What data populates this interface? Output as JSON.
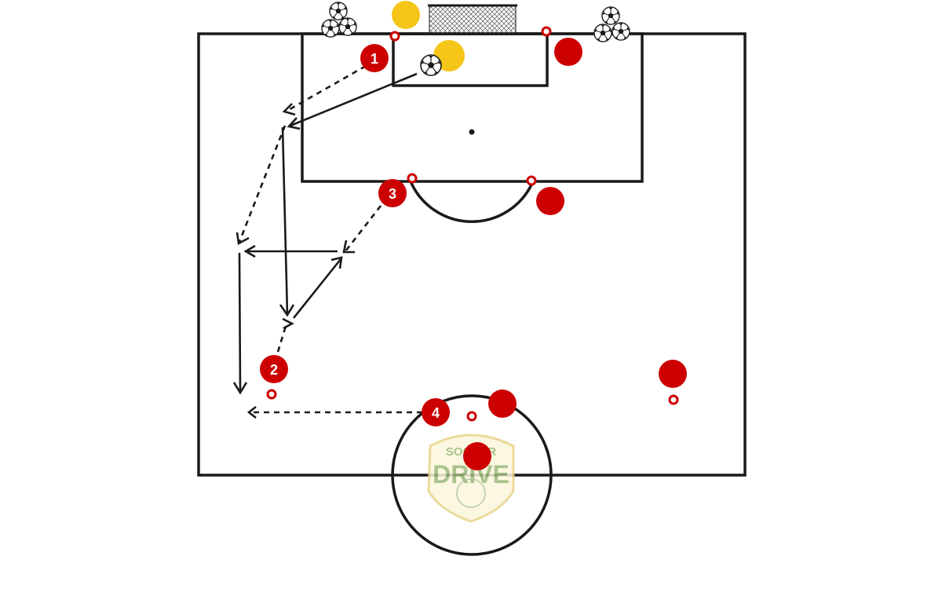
{
  "colors": {
    "field_line": "#1a1a1a",
    "player_red": "#cc0000",
    "player_yellow": "#f5c518",
    "cone_red": "#cc0000",
    "logo_green": "#9cb87a",
    "logo_gold": "#e8d48a"
  },
  "players": {
    "one": "1",
    "two": "2",
    "three": "3",
    "four": "4"
  },
  "logo": {
    "text_top": "SOCCER",
    "text_main": "DRIVE"
  },
  "legend_icons": [
    "soccer-ball-icon",
    "goal-net-icon",
    "cone-icon",
    "player-marker-icon"
  ]
}
